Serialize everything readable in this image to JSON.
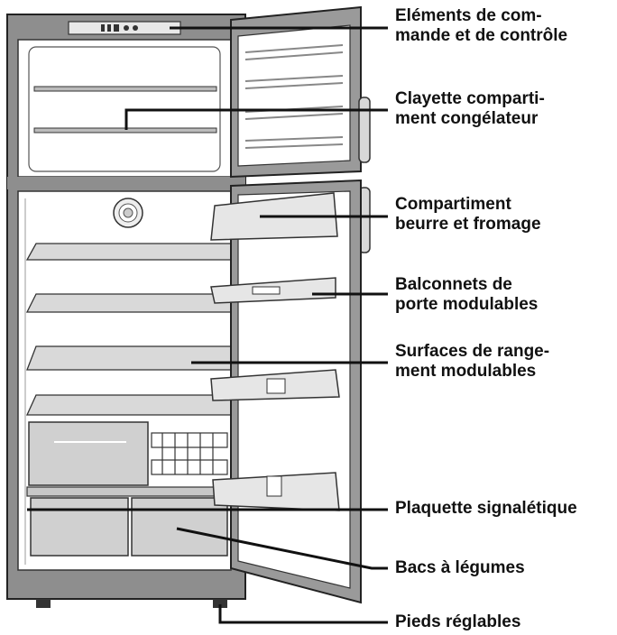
{
  "labels": [
    {
      "id": "controls",
      "lines": [
        "Eléments de com-",
        "mande et de contrôle"
      ]
    },
    {
      "id": "freezer",
      "lines": [
        "Clayette comparti-",
        "ment congélateur"
      ]
    },
    {
      "id": "butter",
      "lines": [
        "Compartiment",
        "beurre et fromage"
      ]
    },
    {
      "id": "balconies",
      "lines": [
        "Balconnets de",
        "porte modulables"
      ]
    },
    {
      "id": "surfaces",
      "lines": [
        "Surfaces de range-",
        "ment modulables"
      ]
    },
    {
      "id": "plate",
      "lines": [
        "Plaquette signalétique"
      ]
    },
    {
      "id": "crispers",
      "lines": [
        "Bacs à légumes"
      ]
    },
    {
      "id": "feet",
      "lines": [
        "Pieds réglables"
      ]
    }
  ],
  "colors": {
    "line": "#111111",
    "cabinet_outer": "#8e8e8e",
    "cabinet_inner": "#ffffff",
    "shelf": "#bdbdbd",
    "door_front": "#9a9a9a",
    "glass": "#d9d9d9"
  }
}
